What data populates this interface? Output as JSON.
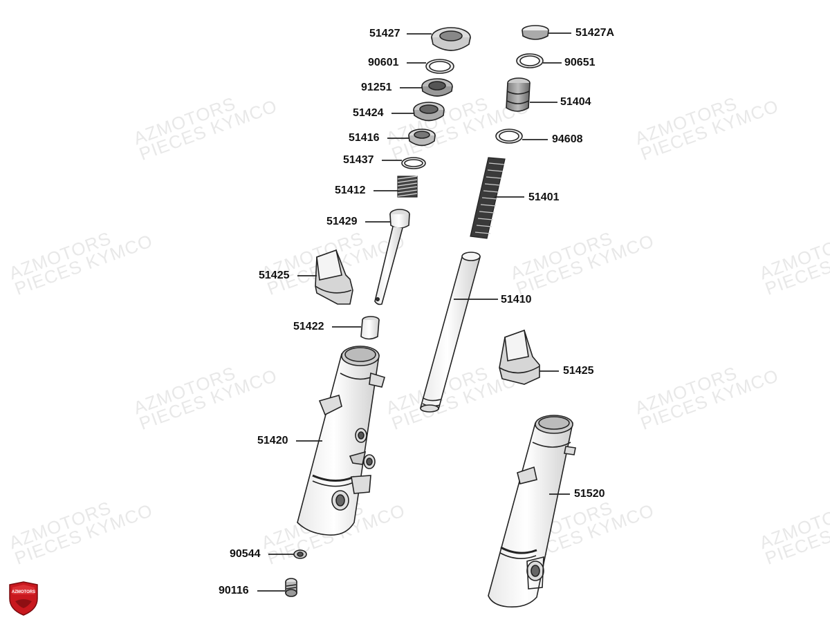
{
  "watermark": {
    "line1": "AZMOTORS",
    "line2": "PIECES KYMCO"
  },
  "logo": {
    "text": "AZMOTORS",
    "color": "#c8181e"
  },
  "parts": [
    {
      "id": "p-51427",
      "code": "51427"
    },
    {
      "id": "p-90601",
      "code": "90601"
    },
    {
      "id": "p-91251",
      "code": "91251"
    },
    {
      "id": "p-51424",
      "code": "51424"
    },
    {
      "id": "p-51416",
      "code": "51416"
    },
    {
      "id": "p-51437",
      "code": "51437"
    },
    {
      "id": "p-51412",
      "code": "51412"
    },
    {
      "id": "p-51429",
      "code": "51429"
    },
    {
      "id": "p-51425a",
      "code": "51425"
    },
    {
      "id": "p-51422",
      "code": "51422"
    },
    {
      "id": "p-51420",
      "code": "51420"
    },
    {
      "id": "p-90544",
      "code": "90544"
    },
    {
      "id": "p-90116",
      "code": "90116"
    },
    {
      "id": "p-51427A",
      "code": "51427A"
    },
    {
      "id": "p-90651",
      "code": "90651"
    },
    {
      "id": "p-51404",
      "code": "51404"
    },
    {
      "id": "p-94608",
      "code": "94608"
    },
    {
      "id": "p-51401",
      "code": "51401"
    },
    {
      "id": "p-51410",
      "code": "51410"
    },
    {
      "id": "p-51425b",
      "code": "51425"
    },
    {
      "id": "p-51520",
      "code": "51520"
    }
  ]
}
